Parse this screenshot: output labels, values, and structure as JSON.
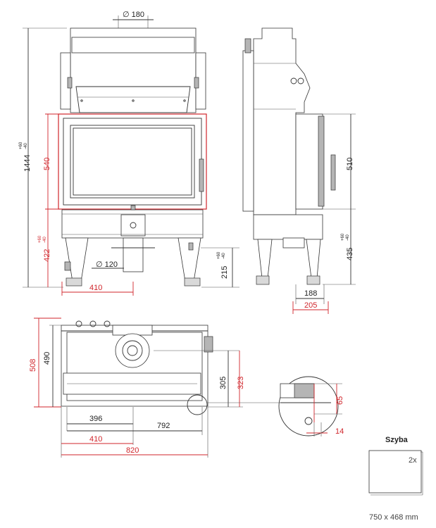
{
  "front_view": {
    "flue_diameter": "∅ 180",
    "total_height": "1444",
    "total_height_tol_upper": "+60",
    "total_height_tol_lower": "-40",
    "door_height": "540",
    "base_height": "422",
    "base_height_tol_upper": "+60",
    "base_height_tol_lower": "-40",
    "air_inlet_diameter": "∅ 120",
    "leg_height": "215",
    "leg_height_tol_upper": "+60",
    "leg_height_tol_lower": "-40",
    "half_width": "410"
  },
  "side_view": {
    "door_height": "510",
    "base_height": "435",
    "base_height_tol_upper": "+60",
    "base_height_tol_lower": "-40",
    "depth_body": "188",
    "depth_total": "205"
  },
  "top_view": {
    "depth_total": "508",
    "depth_body": "490",
    "outlet_offset_a": "305",
    "outlet_offset_b": "323",
    "half_width_body": "396",
    "width_body": "792",
    "half_width_total": "410",
    "width_total": "820"
  },
  "detail_view": {
    "height": "65",
    "width": "14"
  },
  "glass": {
    "title": "Szyba",
    "count": "2x",
    "size": "750 x 468 mm"
  }
}
